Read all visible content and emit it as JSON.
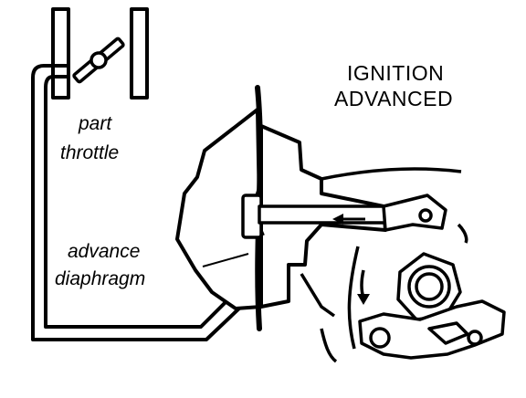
{
  "title": {
    "line1": "IGNITION",
    "line2": "ADVANCED"
  },
  "labels": {
    "part_line1": "part",
    "part_line2": "throttle",
    "advance_line1": "advance",
    "advance_line2": "diaphragm"
  },
  "colors": {
    "ink": "#000000",
    "paper": "#ffffff"
  }
}
